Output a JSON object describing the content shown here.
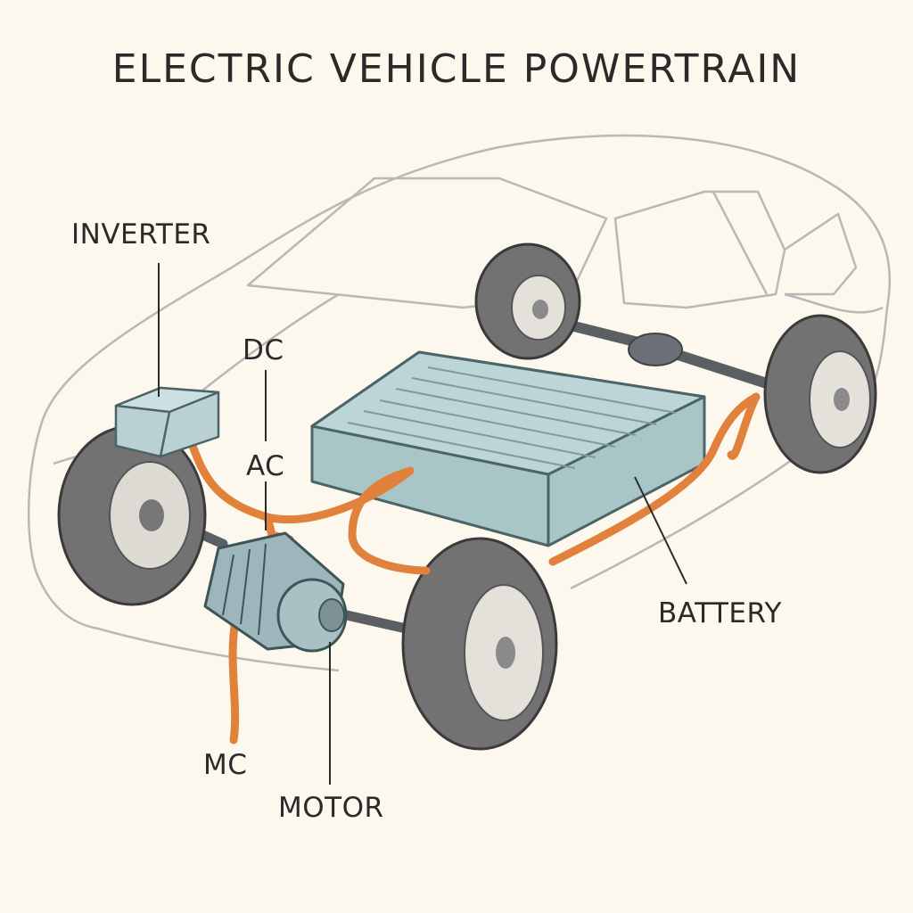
{
  "title": "ELECTRIC VEHICLE POWERTRAIN",
  "labels": {
    "inverter": "INVERTER",
    "dc": "DC",
    "ac": "AC",
    "battery": "BATTERY",
    "mc": "MC",
    "motor": "MOTOR"
  },
  "colors": {
    "background": "#fcf8ee",
    "car_outline": "#b8b8b8",
    "cable": "#e0813c",
    "battery_fill": "#b9d3d5",
    "tire": "#6e6e6e",
    "text": "#2a2a2a"
  }
}
